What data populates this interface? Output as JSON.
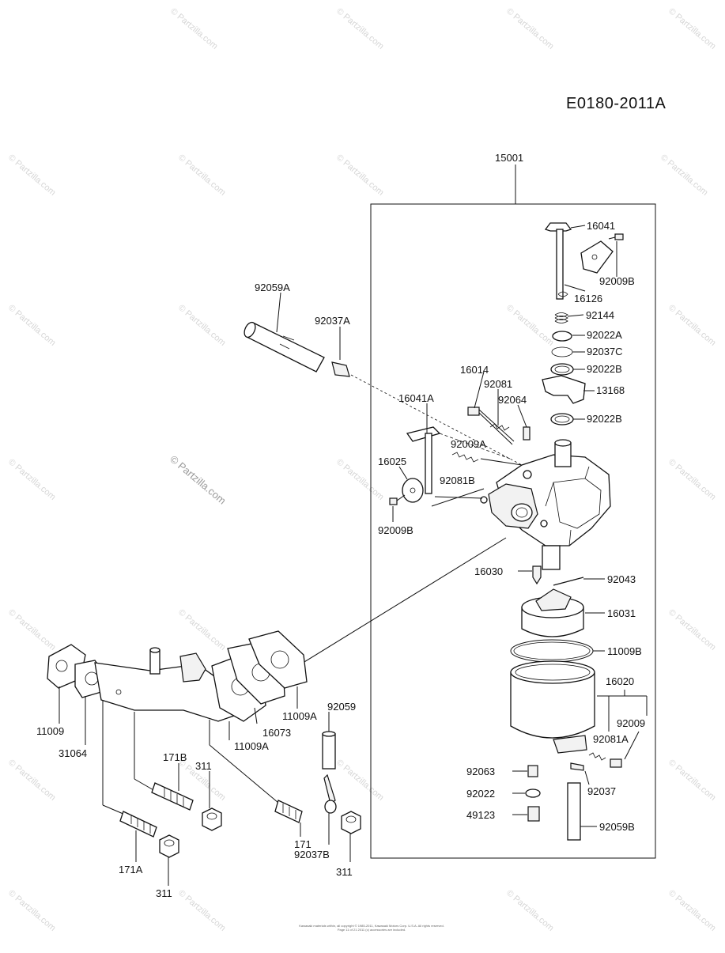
{
  "diagram_code": "E0180-2011A",
  "watermark": {
    "text": "© Partzilla.com"
  },
  "assembly": {
    "label": "15001"
  },
  "parts": {
    "p16041": "16041",
    "p92009B_top": "92009B",
    "p16126": "16126",
    "p92144": "92144",
    "p92022A": "92022A",
    "p92037C": "92037C",
    "p92022B_upper": "92022B",
    "p13168": "13168",
    "p92022B_lower": "92022B",
    "p92059A": "92059A",
    "p92037A": "92037A",
    "p16014": "16014",
    "p92081": "92081",
    "p16041A": "16041A",
    "p92064": "92064",
    "p92009A": "92009A",
    "p16025": "16025",
    "p92081B": "92081B",
    "p92009B_left": "92009B",
    "p16030": "16030",
    "p92043": "92043",
    "p16031": "16031",
    "p11009B": "11009B",
    "p16020": "16020",
    "p92009": "92009",
    "p92081A": "92081A",
    "p92063": "92063",
    "p92037": "92037",
    "p92022": "92022",
    "p49123": "49123",
    "p92059B": "92059B",
    "p11009": "11009",
    "p31064": "31064",
    "p16073": "16073",
    "p11009A_right": "11009A",
    "p11009A_lower": "11009A",
    "p92059": "92059",
    "p171B": "171B",
    "p311_mid": "311",
    "p171": "171",
    "p92037B": "92037B",
    "p311_right": "311",
    "p171A": "171A",
    "p311_left": "311"
  },
  "footer": {
    "line1": "Kawasaki materials within, all copyright © 1985-2011, Kawasaki Motors Corp. U.S.A. All rights reserved.",
    "line2": "Page 11 of 21 2011 (c) accessories are included."
  }
}
